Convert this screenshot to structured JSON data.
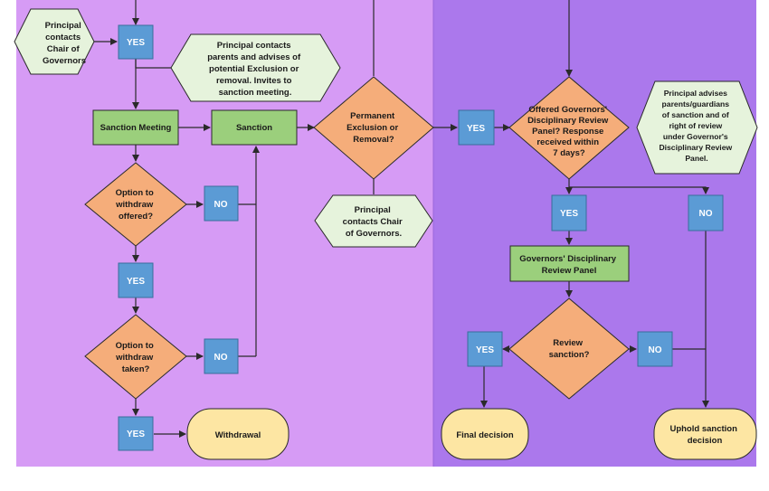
{
  "colors": {
    "panel_left": "#d69bf5",
    "panel_right": "#ab78ec",
    "process_green": "#9bcf7c",
    "decision_orange": "#f5ad7a",
    "yes_no_blue": "#5b9bd5",
    "note_green": "#e6f3dc",
    "terminal_yellow": "#fde6a3"
  },
  "nodes": {
    "principal_contacts_chair_top": [
      "Principal",
      "contacts",
      "Chair of",
      "Governors"
    ],
    "yes_1": "YES",
    "principal_contacts_parents": [
      "Principal contacts",
      "parents and advises of",
      "potential Exclusion or",
      "removal. Invites to",
      "sanction meeting."
    ],
    "sanction_meeting": "Sanction Meeting",
    "sanction": "Sanction",
    "permanent_exclusion": [
      "Permanent",
      "Exclusion or",
      "Removal?"
    ],
    "option_withdraw_offered": [
      "Option to",
      "withdraw",
      "offered?"
    ],
    "no_1": "NO",
    "principal_contacts_chair_bottom": [
      "Principal",
      "contacts Chair",
      "of Governors."
    ],
    "yes_2": "YES",
    "option_withdraw_taken": [
      "Option to",
      "withdraw",
      "taken?"
    ],
    "no_2": "NO",
    "yes_3": "YES",
    "withdrawal": "Withdrawal",
    "yes_right_1": "YES",
    "offered_review_panel": [
      "Offered Governors'",
      "Disciplinary Review",
      "Panel? Response",
      "received within",
      "7 days?"
    ],
    "principal_advises": [
      "Principal advises",
      "parents/guardians",
      "of sanction and of",
      "right of review",
      "under Governor's",
      "Disciplinary Review",
      "Panel."
    ],
    "yes_right_2": "YES",
    "no_right_1": "NO",
    "review_panel": [
      "Governors' Disciplinary",
      "Review Panel"
    ],
    "review_sanction": [
      "Review",
      "sanction?"
    ],
    "yes_right_3": "YES",
    "no_right_2": "NO",
    "final_decision": "Final decision",
    "uphold_sanction": [
      "Uphold sanction",
      "decision"
    ]
  }
}
